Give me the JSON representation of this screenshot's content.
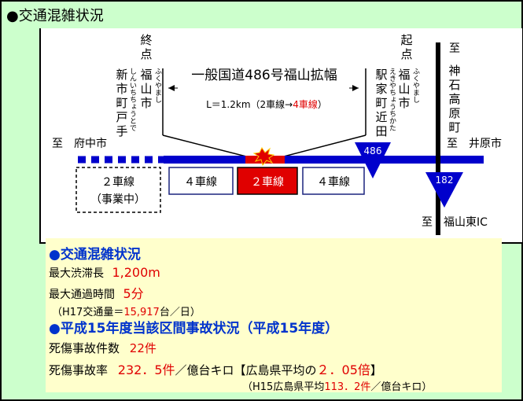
{
  "header": {
    "title": "●交通混雑状況"
  },
  "diagram": {
    "end_point": [
      "終",
      "点"
    ],
    "end_place": [
      "福",
      "山",
      "市"
    ],
    "end_ruby": "ふくやまし",
    "end_town": [
      "新",
      "市",
      "町",
      "戸",
      "手"
    ],
    "end_town_ruby": "しんいちちょうとで",
    "start_point": [
      "起",
      "点"
    ],
    "start_place": [
      "福",
      "山",
      "市"
    ],
    "start_ruby": "ふくやまし",
    "start_town": [
      "駅",
      "家",
      "町",
      "近",
      "田"
    ],
    "start_town_ruby": "えきやちょうちかた",
    "project_title": "一般国道486号福山拡幅",
    "length_prefix": "L＝1.2km（2車線→",
    "length_highlight": "4車線",
    "length_suffix": "）",
    "west_label": "至　府中市",
    "east_label": "至　井原市",
    "north_to": "至",
    "north_place": [
      "神",
      "石",
      "高",
      "原",
      "町"
    ],
    "south_label": "至　福山東IC",
    "route_486": "486",
    "route_182": "182",
    "segment_left_line1": "２車線",
    "segment_left_line2": "（事業中）",
    "segment_1": "４車線",
    "segment_2": "２車線",
    "segment_3": "４車線"
  },
  "info": {
    "congestion_heading": "●交通混雑状況",
    "max_queue_label": "最大渋滞長",
    "max_queue_value": "1,200m",
    "max_time_label": "最大通過時間",
    "max_time_value": "5分",
    "traffic_prefix": "（H17交通量＝",
    "traffic_value": "15,917",
    "traffic_suffix": "台／日）",
    "accident_heading": "●平成15年度当該区間事故状況（平成15年度）",
    "casualty_count_label": "死傷事故件数",
    "casualty_count_value": "22件",
    "casualty_rate_label": "死傷事故率",
    "casualty_rate_value": "232．5件",
    "casualty_rate_unit": "／億台キロ【広島県平均の",
    "ratio_value": "２．05倍",
    "ratio_suffix": "】",
    "pref_avg_prefix": "（H15広島県平均",
    "pref_avg_value": "113．2件",
    "pref_avg_suffix": "／億台キロ）"
  }
}
